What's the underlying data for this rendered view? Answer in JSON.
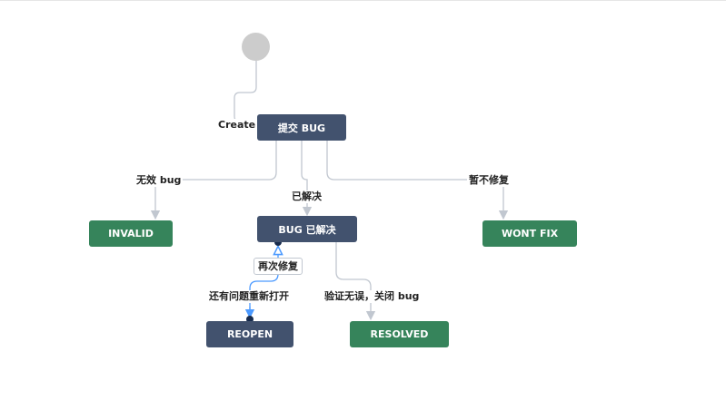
{
  "statuses": {
    "submit": "提交 BUG",
    "invalid": "INVALID",
    "resolved_bug": "BUG 已解决",
    "wont_fix": "WONT FIX",
    "reopen": "REOPEN",
    "resolved": "RESOLVED"
  },
  "transitions": {
    "create": "Create",
    "invalid_bug": "无效 bug",
    "solved": "已解决",
    "wont_fix": "暂不修复",
    "fix_again": "再次修复",
    "reopen": "还有问题重新打开",
    "verify_close": "验证无误，关闭 bug"
  },
  "colors": {
    "todo": "#42526e",
    "done": "#36845b",
    "edge": "#c1c7d0",
    "selected_edge": "#4c9aff",
    "start": "#cccccc"
  }
}
